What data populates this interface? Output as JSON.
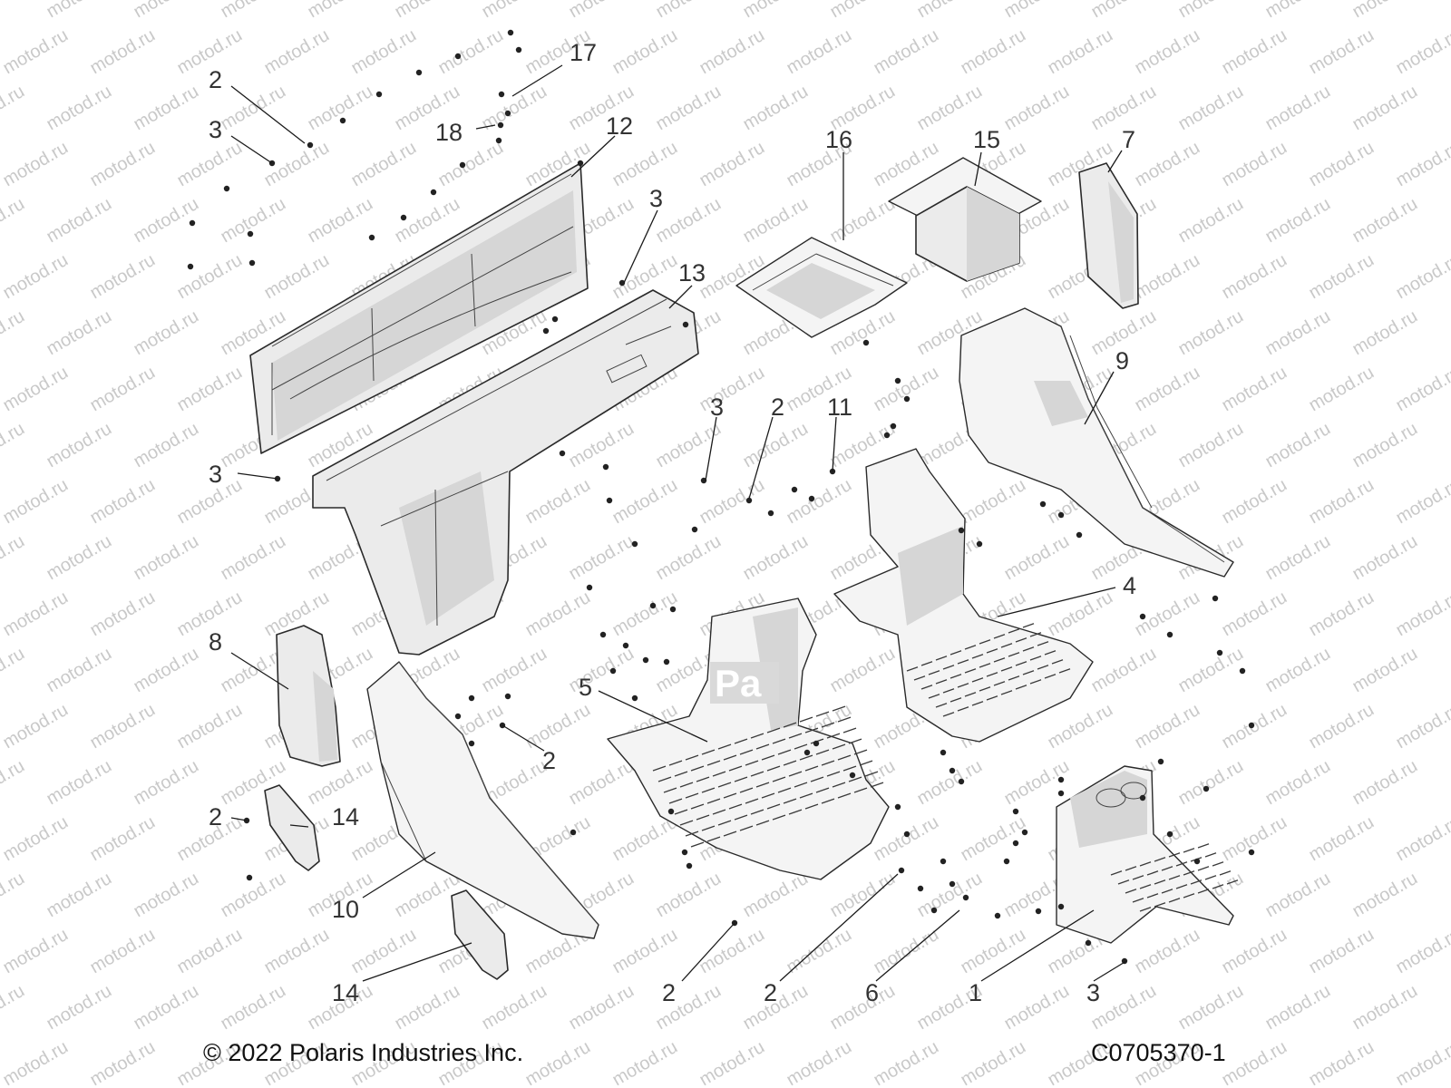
{
  "watermark": "motod.ru",
  "logo_text": "Pa",
  "callouts": {
    "c2_top": "2",
    "c3_top": "3",
    "c17": "17",
    "c18": "18",
    "c12": "12",
    "c16": "16",
    "c15": "15",
    "c7": "7",
    "c3_mid": "3",
    "c13": "13",
    "c9": "9",
    "c3_center": "3",
    "c2_center": "2",
    "c11": "11",
    "c3_left": "3",
    "c4": "4",
    "c8": "8",
    "c5": "5",
    "c2_midleft": "2",
    "c2_left": "2",
    "c14_top": "14",
    "c10": "10",
    "c14_bottom": "14",
    "c2_bottom_a": "2",
    "c2_bottom_b": "2",
    "c6": "6",
    "c1": "1",
    "c3_bottom": "3"
  },
  "footer": {
    "copyright": "© 2022 Polaris Industries Inc.",
    "drawing_number": "C0705370-1"
  }
}
